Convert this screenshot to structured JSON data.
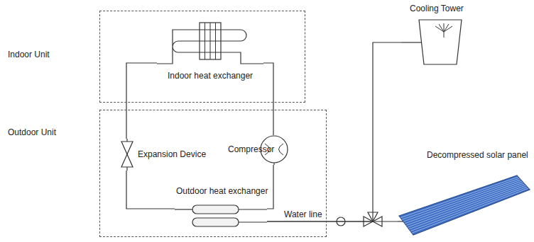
{
  "diagram": {
    "nodes": [
      {
        "text": [
          "Indoor Unit"
        ]
      },
      {
        "text": [
          "Outdoor Unit"
        ]
      },
      {
        "text": [
          "Indoor heat exchanger"
        ],
        "in": 0
      },
      {
        "text": [
          "Compressor"
        ],
        "in": 1
      },
      {
        "text": [
          "Expansion Device"
        ],
        "in": 1
      },
      {
        "text": [
          "Outdoor heat exchanger"
        ],
        "in": 1
      },
      {
        "text": [
          "Cooling Tower"
        ]
      },
      {
        "text": [
          "Decompressed solar panel"
        ]
      }
    ],
    "edges": [
      {
        "from": 2,
        "to": 3,
        "arrow": "none"
      },
      {
        "from": 3,
        "to": 5,
        "arrow": "none"
      },
      {
        "from": 5,
        "to": 4,
        "arrow": "none"
      },
      {
        "from": 4,
        "to": 2,
        "arrow": "none"
      },
      {
        "from": 5,
        "to": 7,
        "label": "Water line",
        "arrow": "none"
      },
      {
        "from": 6,
        "to": 5,
        "arrow": "none"
      }
    ]
  }
}
